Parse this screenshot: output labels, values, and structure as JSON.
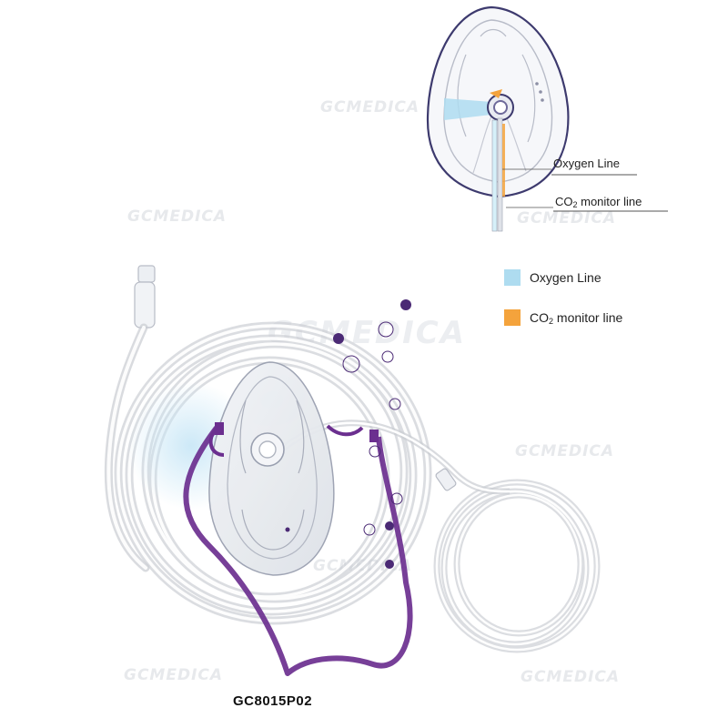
{
  "watermark": {
    "text": "GCMEDICA"
  },
  "callouts": {
    "oxygen_line": "Oxygen Line",
    "co2_prefix": "CO",
    "co2_subscript": "2",
    "co2_suffix": " monitor line"
  },
  "legend": {
    "items": [
      {
        "label": "Oxygen Line",
        "color": "#aedcf0"
      },
      {
        "label_prefix": "CO",
        "label_subscript": "2",
        "label_suffix": " monitor line",
        "color": "#f4a33c"
      }
    ]
  },
  "product": {
    "model": "GC8015P02"
  },
  "colors": {
    "strap": "#6b2f8f",
    "tube": "#c9ccd2",
    "accent_dot": "#4b2a75",
    "diagram_outline": "#3d3a6e"
  }
}
